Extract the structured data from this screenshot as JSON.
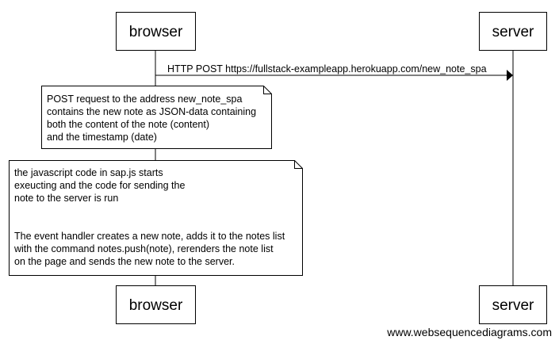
{
  "participants": [
    {
      "id": "browser",
      "label": "browser"
    },
    {
      "id": "server",
      "label": "server"
    }
  ],
  "messages": [
    {
      "from": "browser",
      "to": "server",
      "label": "HTTP POST https://fullstack-exampleapp.herokuapp.com/new_note_spa"
    }
  ],
  "notes": [
    {
      "over": "browser",
      "lines": [
        "POST request to the address new_note_spa",
        "contains the new note as JSON-data containing",
        "both the content of the note (content)",
        "and the timestamp (date)"
      ]
    },
    {
      "over": "browser",
      "lines": [
        "the javascript code in sap.js starts",
        "exeucting and the code for sending the",
        "note to the server is run",
        "",
        "",
        "The event handler creates a new note, adds it to the notes list",
        "with the command notes.push(note), rerenders the note list",
        "on the page and sends the new note to the server."
      ]
    }
  ],
  "watermark": "www.websequencediagrams.com"
}
